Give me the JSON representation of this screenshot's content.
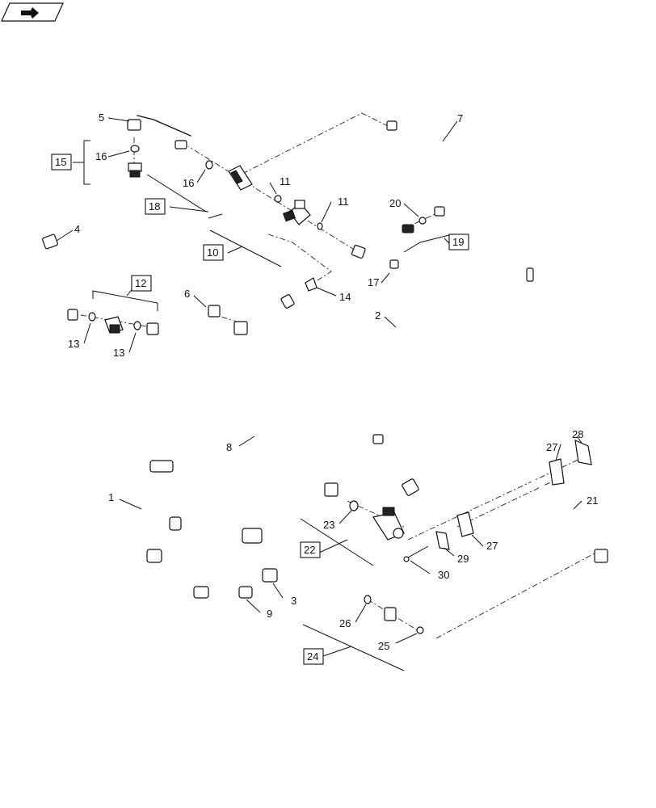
{
  "callouts": {
    "c1": "1",
    "c2": "2",
    "c3": "3",
    "c4": "4",
    "c5": "5",
    "c6": "6",
    "c7": "7",
    "c8": "8",
    "c9": "9",
    "c11a": "11",
    "c11b": "11",
    "c13a": "13",
    "c13b": "13",
    "c14": "14",
    "c16a": "16",
    "c16b": "16",
    "c17": "17",
    "c20": "20",
    "c21": "21",
    "c23": "23",
    "c25": "25",
    "c26": "26",
    "c27a": "27",
    "c27b": "27",
    "c28": "28",
    "c29": "29",
    "c30": "30"
  },
  "groups": {
    "g10": "10",
    "g12": "12",
    "g15": "15",
    "g18": "18",
    "g19": "19",
    "g22": "22",
    "g24": "24"
  },
  "icons": {
    "corner": "hand-pointer-icon"
  }
}
